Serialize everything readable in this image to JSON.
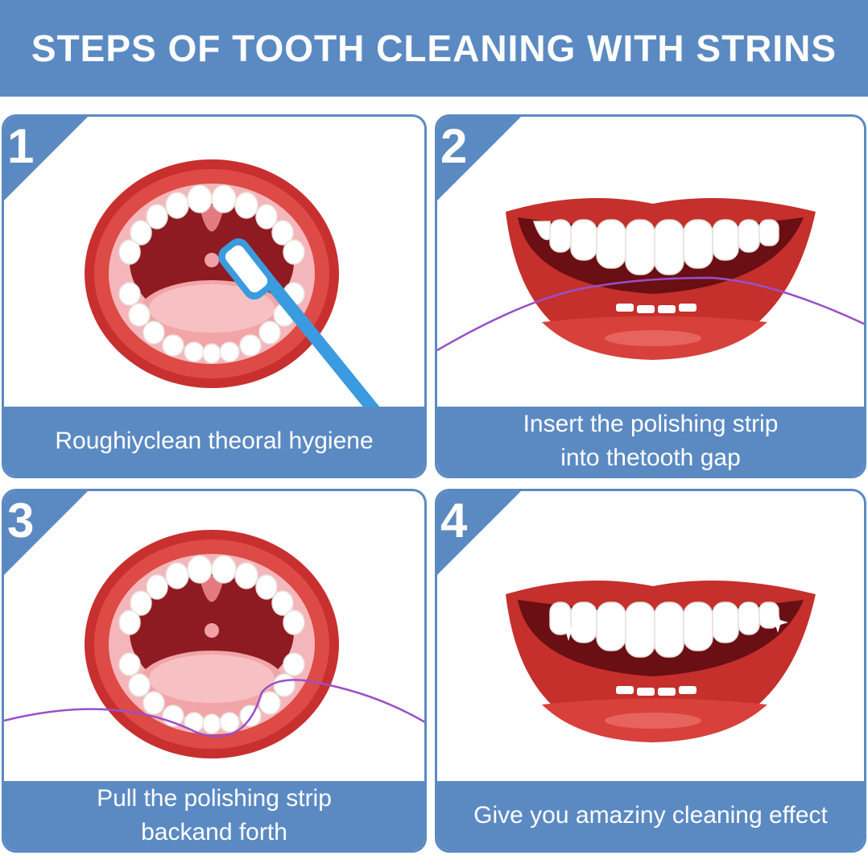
{
  "header": {
    "title": "STEPS OF TOOTH CLEANING WITH STRINS"
  },
  "steps": [
    {
      "number": "1",
      "caption_lines": [
        "Roughiyclean theoral hygiene"
      ],
      "illustration": "open-mouth-with-toothbrush"
    },
    {
      "number": "2",
      "caption_lines": [
        "Insert the polishing strip",
        "into thetooth gap"
      ],
      "illustration": "smile-with-floss"
    },
    {
      "number": "3",
      "caption_lines": [
        "Pull the polishing strip",
        "backand forth"
      ],
      "illustration": "open-mouth-with-floss"
    },
    {
      "number": "4",
      "caption_lines": [
        "Give you amaziny cleaning effect"
      ],
      "illustration": "clean-smile"
    }
  ],
  "colors": {
    "accent": "#5b8ac3",
    "lips": "#d83a3a",
    "tongue": "#f2a5a8",
    "floss": "#9a4fc9",
    "brush": "#3a9be0"
  }
}
